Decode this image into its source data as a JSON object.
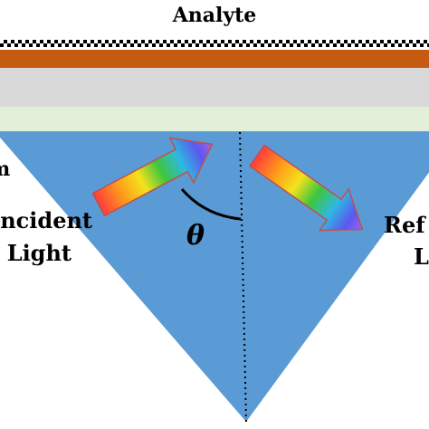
{
  "labels": {
    "analyte": "Analyte",
    "prism_fragment": "m",
    "incident_line1": "ncident",
    "incident_line2": "Light",
    "reflected_line1": "Ref",
    "reflected_line2": "L",
    "angle_symbol": "θ"
  },
  "colors": {
    "gold_layer": "#c55a11",
    "gray_layer": "#d9d9d9",
    "dielectric_layer": "#e2f0d9",
    "prism": "#5b9bd5",
    "text": "#000000"
  },
  "beam_gradient": [
    "#ff3b3b",
    "#ff9b1a",
    "#f4e21c",
    "#3ec63e",
    "#2fb8e0",
    "#5b57f0",
    "#a463e8"
  ]
}
